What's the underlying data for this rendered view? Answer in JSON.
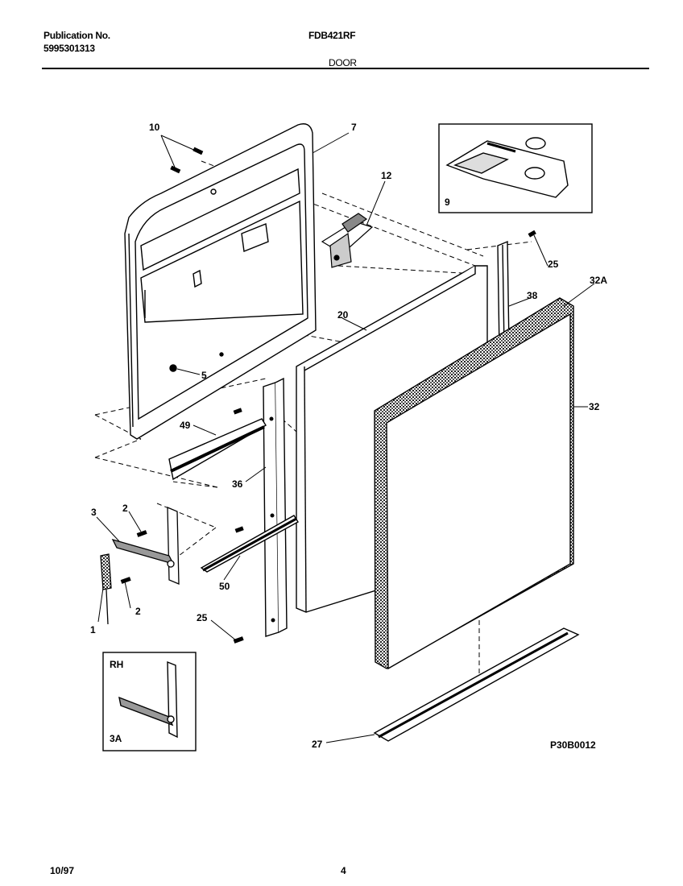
{
  "header": {
    "publication_label": "Publication No.",
    "publication_number": "5995301313",
    "model": "FDB421RF",
    "section": "DOOR"
  },
  "callouts": {
    "c10": "10",
    "c7": "7",
    "c12": "12",
    "c9": "9",
    "c25a": "25",
    "c32a": "32A",
    "c38": "38",
    "c20": "20",
    "c5": "5",
    "c32": "32",
    "c49": "49",
    "c36": "36",
    "c3": "3",
    "c2a": "2",
    "c2b": "2",
    "c1": "1",
    "c50": "50",
    "c25b": "25",
    "c27": "27",
    "rh": "RH",
    "c3a": "3A"
  },
  "figure_code": "P30B0012",
  "footer": {
    "date": "10/97",
    "page": "4"
  }
}
